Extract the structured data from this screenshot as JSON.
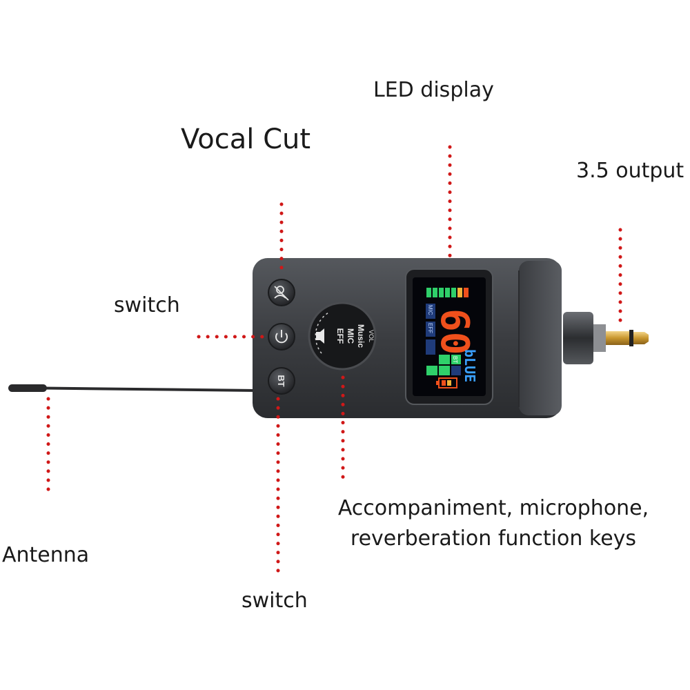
{
  "labels": {
    "led_display": "LED display",
    "vocal_cut": "Vocal Cut",
    "output": "3.5 output",
    "switch_left": "switch",
    "switch_bottom": "switch",
    "antenna": "Antenna",
    "function_keys_line1": "Accompaniment, microphone,",
    "function_keys_line2": "reverberation function keys"
  },
  "device": {
    "bt_button": "BT",
    "knob_lines": [
      "VOL",
      "Music",
      "MIC",
      "EFF"
    ],
    "lcd_number": "60",
    "lcd_mode": "bLUE",
    "lcd_tags": [
      "MIC",
      "EFF",
      "BT"
    ]
  },
  "colors": {
    "callout_dots": "#d01818",
    "lcd_digits": "#f0501c",
    "lcd_mode": "#3aa0ff",
    "lcd_green": "#2fd06a",
    "device_body": "#3b3d41"
  }
}
